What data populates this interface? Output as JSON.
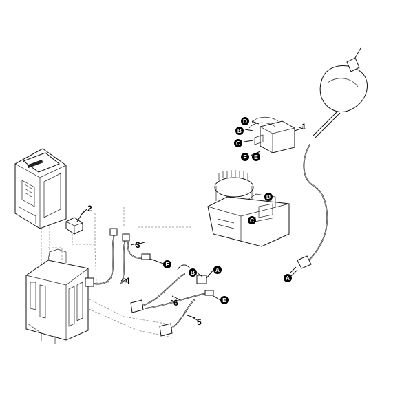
{
  "parts": [
    {
      "id": "part-1",
      "label": "1"
    },
    {
      "id": "part-2",
      "label": "2"
    },
    {
      "id": "part-3",
      "label": "3"
    },
    {
      "id": "part-4",
      "label": "4"
    },
    {
      "id": "part-5",
      "label": "5"
    },
    {
      "id": "part-6",
      "label": "6"
    }
  ],
  "connectors": {
    "a": "A",
    "b": "B",
    "c": "C",
    "d": "D",
    "e": "E",
    "f": "F"
  }
}
